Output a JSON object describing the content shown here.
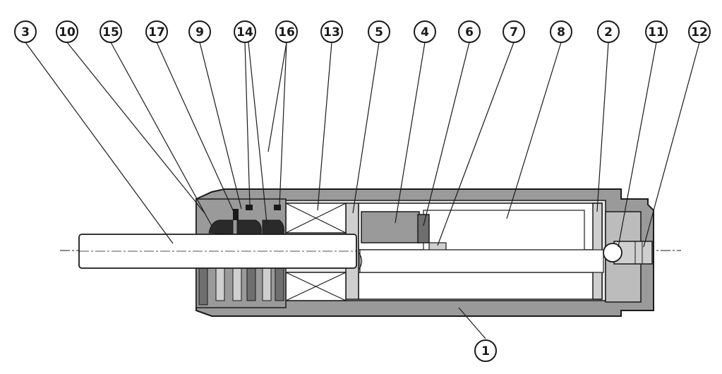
{
  "diagram": {
    "colors": {
      "ink": "#1a1a1a",
      "metal": "#9a9a9a",
      "metal_dark": "#6f6f6f",
      "metal_light": "#cfcfcf",
      "bore": "#e9e9e9",
      "paper": "#ffffff"
    },
    "callouts_top": [
      {
        "label": "3"
      },
      {
        "label": "10"
      },
      {
        "label": "15"
      },
      {
        "label": "17"
      },
      {
        "label": "9"
      },
      {
        "label": "14"
      },
      {
        "label": "16"
      },
      {
        "label": "13"
      },
      {
        "label": "5"
      },
      {
        "label": "4"
      },
      {
        "label": "6"
      },
      {
        "label": "7"
      },
      {
        "label": "8"
      },
      {
        "label": "2"
      },
      {
        "label": "11"
      },
      {
        "label": "12"
      }
    ],
    "callouts_bottom": [
      {
        "label": "1"
      }
    ]
  }
}
